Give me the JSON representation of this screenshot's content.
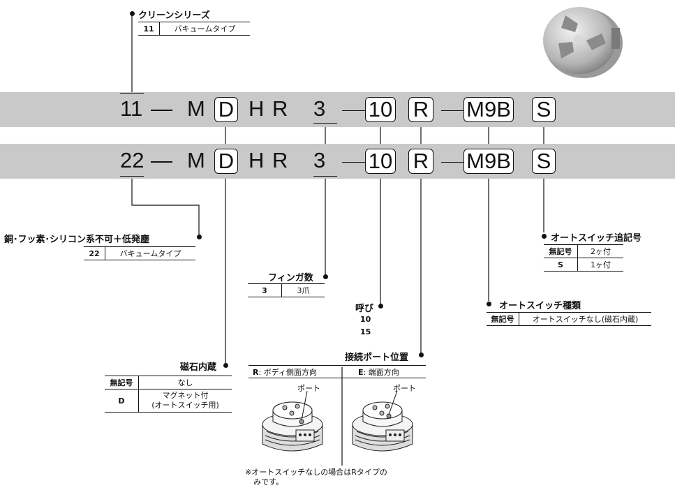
{
  "model_codes": {
    "row1": {
      "prefix": "11",
      "dash": "—",
      "m": "M",
      "d": "D",
      "h": "H",
      "r": "R",
      "fingers": "3",
      "size": "10",
      "port": "R",
      "switch": "M9B",
      "count": "S"
    },
    "row2": {
      "prefix": "22",
      "dash": "—",
      "m": "M",
      "d": "D",
      "h": "H",
      "r": "R",
      "fingers": "3",
      "size": "10",
      "port": "R",
      "switch": "M9B",
      "count": "S"
    }
  },
  "clean_series": {
    "title": "クリーンシリーズ",
    "code": "11",
    "desc": "バキュームタイプ"
  },
  "low_dust": {
    "title": "銅･フッ素･シリコン系不可＋低発塵",
    "code": "22",
    "desc": "バキュームタイプ"
  },
  "fingers": {
    "title": "フィンガ数",
    "code": "3",
    "desc": "3爪"
  },
  "bore": {
    "title": "呼び",
    "values": [
      "10",
      "15"
    ]
  },
  "magnet": {
    "title": "磁石内蔵",
    "rows": [
      {
        "code": "無記号",
        "desc": "なし"
      },
      {
        "code": "D",
        "desc": "マグネット付",
        "desc2": "(オートスイッチ用)"
      }
    ]
  },
  "port_position": {
    "title": "接続ポート位置",
    "r_code": "R",
    "r_label": ": ボディ側面方向",
    "e_code": "E",
    "e_label": ": 端面方向",
    "port_label": "ポート",
    "note_line1": "※オートスイッチなしの場合はRタイプの",
    "note_line2": "みです。"
  },
  "auto_switch_type": {
    "title": "オートスイッチ種類",
    "code": "無記号",
    "desc": "オートスイッチなし(磁石内蔵)"
  },
  "auto_switch_count": {
    "title": "オートスイッチ追記号",
    "rows": [
      {
        "code": "無記号",
        "desc": "2ヶ付"
      },
      {
        "code": "S",
        "desc": "1ヶ付"
      }
    ]
  },
  "icons": {
    "product": "gripper-product-photo",
    "port": "gripper-port-illustration"
  },
  "colors": {
    "band": "#c9c9c9",
    "line": "#111111"
  }
}
